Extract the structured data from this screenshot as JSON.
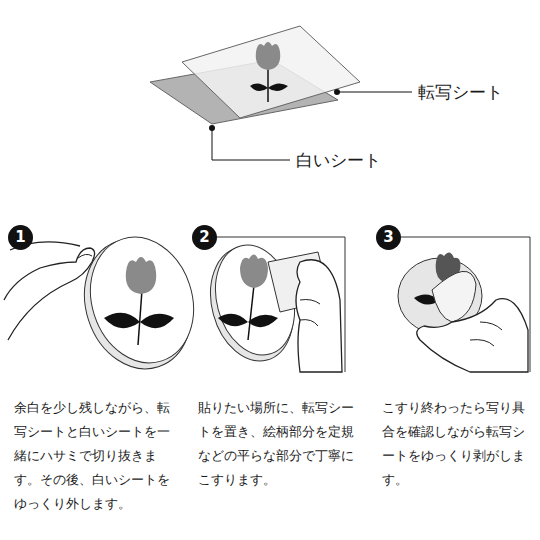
{
  "diagram": {
    "nodes": [
      {
        "text": [
          "1"
        ]
      },
      {
        "text": [
          "2"
        ]
      },
      {
        "text": [
          "3"
        ]
      }
    ],
    "labels": [
      "転写シート",
      "白いシート",
      "余白を少し残しながら、転写シートと白いシートを一緒にハサミで切り抜きます。その後、白いシートをゆっくり外します。",
      "貼りたい場所に、転写シートを置き、絵柄部分を定規などの平らな部分で丁寧にこすります。",
      "こすり終わったら写り具合を確認しながら転写シートをゆっくり剥がします。"
    ]
  }
}
